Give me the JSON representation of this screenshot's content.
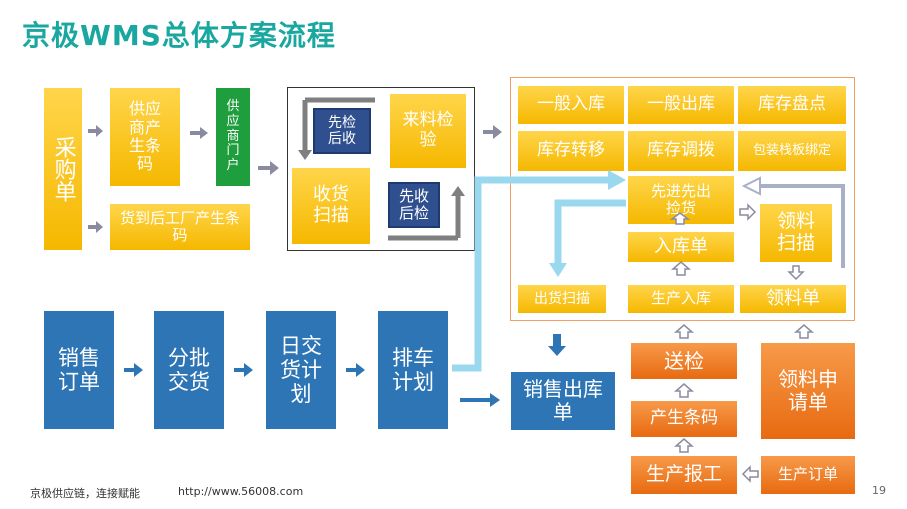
{
  "title": "京极WMS总体方案流程",
  "footer": {
    "left": "京极供应链，连接赋能",
    "url": "http://www.56008.com",
    "page": "19"
  },
  "boxes": {
    "caigoudan": "采购单",
    "gongyingshang_tiaoma": "供应商产生条码",
    "gongyingshang_menhu": "供应商门户",
    "daohuo_tiaoma": "货到后工厂产生条码",
    "xianjian_houshou": "先检后收",
    "laoliao_jianyan": "来料检验",
    "shouhuo_saomiao": "收货扫描",
    "xianshou_houjian": "先收后检",
    "yiban_ruku": "一般入库",
    "yiban_chuku": "一般出库",
    "kucun_pandian": "库存盘点",
    "kucun_zhuanyi": "库存转移",
    "kucun_tiaobo": "库存调拨",
    "baozhuang_bangding": "包装栈板绑定",
    "xianjin_xianchu": "先进先出捡货",
    "ruku_dan": "入库单",
    "lingliao_saomiao": "领料扫描",
    "chuhuo_saomiao": "出货扫描",
    "shengchan_ruku": "生产入库",
    "lingliao_dan": "领料单",
    "xiaoshou_dingdan": "销售订单",
    "fenpi_jiaohuo": "分批交货",
    "rijiao_huojihua": "日交货计划",
    "paiche_jihua": "排车计划",
    "xiaoshou_chuku": "销售出库单",
    "songjian": "送检",
    "lingliao_shenqing": "领料申请单",
    "chansheng_tiaoma": "产生条码",
    "shengchan_baogong": "生产报工",
    "shengchan_dingdan": "生产订单"
  },
  "colors": {
    "title": "#1aa7a0",
    "yellow": "#f5b800",
    "blue": "#2e75b6",
    "orange": "#e86a10",
    "green": "#1e9e3c",
    "navy": "#2f4f8f",
    "light_blue_arrow": "#9ad8ef",
    "arrow": "#8a8aa0"
  }
}
